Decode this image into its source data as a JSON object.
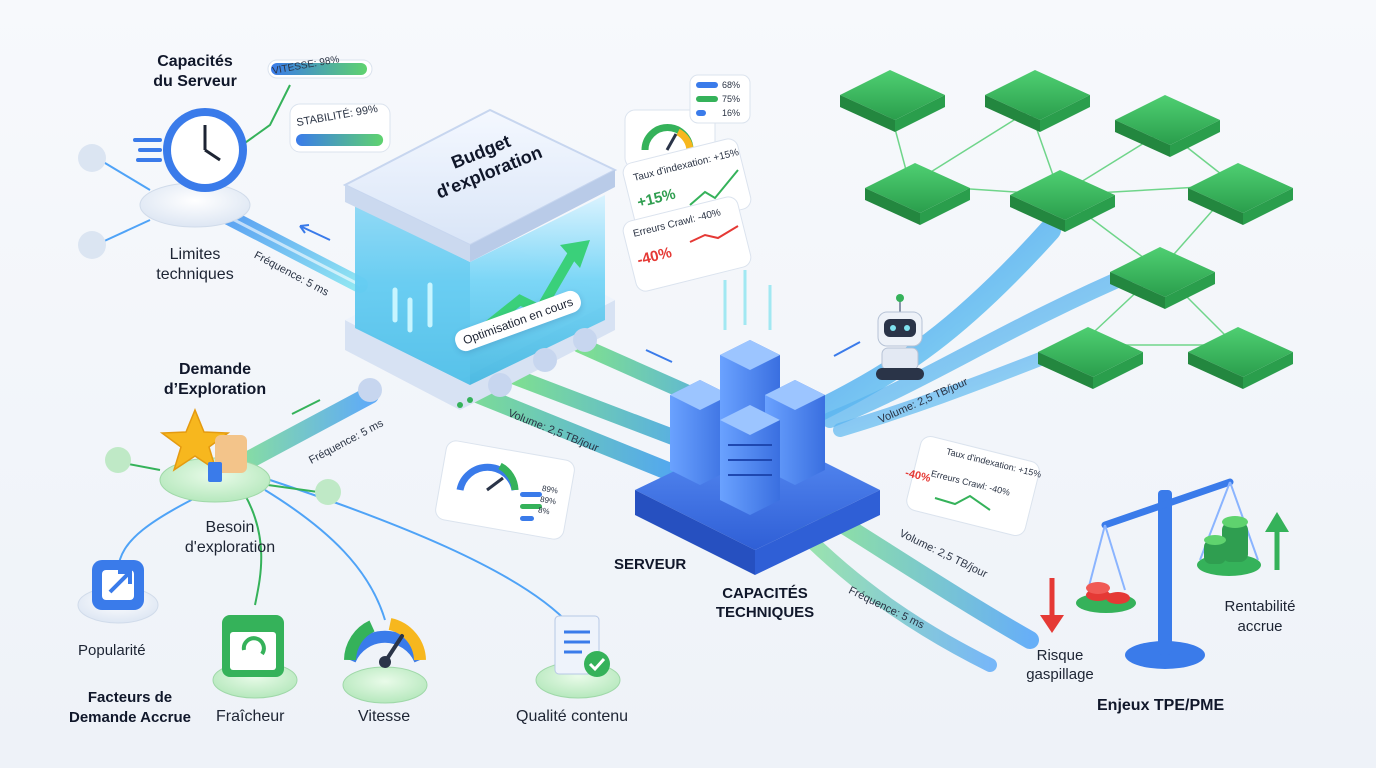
{
  "server_capacity": {
    "title_line1": "Capacités",
    "title_line2": "du Serveur",
    "speed_label": "VITESSE: 98%",
    "speed_value": 0.98,
    "stability_label": "STABILITÉ: 99%",
    "stability_value": 0.99,
    "limits_line1": "Limites",
    "limits_line2": "techniques"
  },
  "crawl_budget": {
    "title_line1": "Budget",
    "title_line2": "d'exploration",
    "status": "Optimisation en cours"
  },
  "top_metrics": {
    "bars": [
      "68%",
      "75%",
      "16%"
    ],
    "indexation_label": "Taux d'indexation: +15%",
    "indexation_value": "+15%",
    "errors_label": "Erreurs Crawl: -40%",
    "errors_value": "-40%"
  },
  "flows": {
    "freq_top": "Fréquence: 5 ms",
    "freq_mid": "Fréquence: 5 ms",
    "volume_mid": "Volume: 2,5 TB/jour",
    "volume_robot": "Volume: 2,5 TB/jour",
    "volume_right": "Volume: 2,5 TB/jour",
    "freq_right": "Fréquence: 5 ms"
  },
  "server": {
    "label": "SERVEUR",
    "capacities_line1": "CAPACITÉS",
    "capacities_line2": "TECHNIQUES"
  },
  "lower_metrics": {
    "bars": [
      "89%",
      "89%",
      "8%"
    ],
    "indexation_label": "Taux d'indexation: +15%",
    "errors_label": "Erreurs Crawl: -40%",
    "errors_value": "-40%"
  },
  "demand": {
    "title_line1": "Demande",
    "title_line2": "d’Exploration",
    "need_line1": "Besoin",
    "need_line2": "d'exploration"
  },
  "factors": {
    "title_line1": "Facteurs de",
    "title_line2": "Demande Accrue",
    "popularity": "Popularité",
    "freshness": "Fraîcheur",
    "speed": "Vitesse",
    "quality": "Qualité contenu"
  },
  "stakes": {
    "risk_line1": "Risque",
    "risk_line2": "gaspillage",
    "profit_line1": "Rentabilité",
    "profit_line2": "accrue",
    "title": "Enjeux TPE/PME"
  },
  "colors": {
    "green": "#35b25a",
    "blue": "#3a7bea",
    "cyan": "#4cc9f0",
    "red": "#e53935"
  }
}
